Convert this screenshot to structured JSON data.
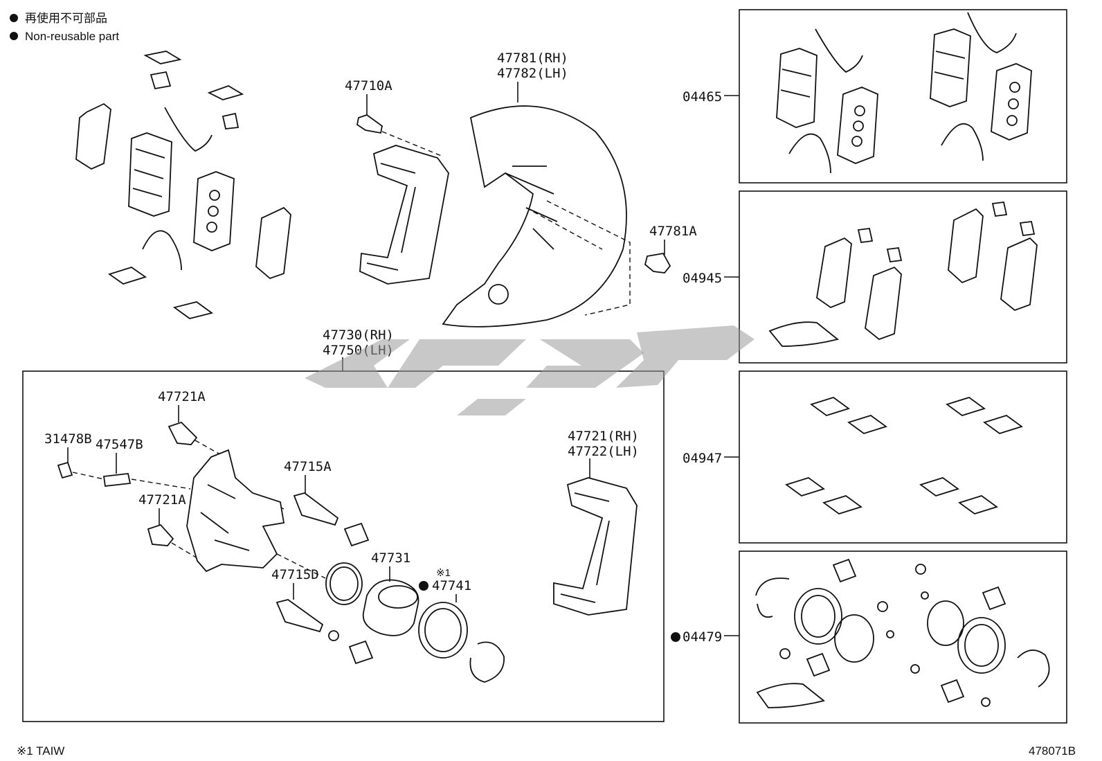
{
  "legend": {
    "items": [
      {
        "symbol": "filled-circle-icon",
        "text": "再使用不可部品"
      },
      {
        "symbol": "filled-circle-icon",
        "text": "Non-reusable part"
      }
    ]
  },
  "footnote": "※1 TAIW",
  "diagram_code": "478071B",
  "labels": {
    "l47781": "47781(RH)",
    "l47782": "47782(LH)",
    "l47710A": "47710A",
    "l47781A": "47781A",
    "l47730": "47730(RH)",
    "l47750": "47750(LH)",
    "l47721A_top": "47721A",
    "l31478B": "31478B",
    "l47547B": "47547B",
    "l47715A": "47715A",
    "l47721A_mid": "47721A",
    "l47715D": "47715D",
    "l47731": "47731",
    "l47741_mark": "※1",
    "l47741": "47741",
    "l47721": "47721(RH)",
    "l47722": "47722(LH)"
  },
  "kits": [
    {
      "code": "04465",
      "non_reusable": false
    },
    {
      "code": "04945",
      "non_reusable": false
    },
    {
      "code": "04947",
      "non_reusable": false
    },
    {
      "code": "04479",
      "non_reusable": true
    }
  ],
  "colors": {
    "line": "#111111",
    "watermark": "#9b9b9b",
    "background": "#ffffff"
  }
}
